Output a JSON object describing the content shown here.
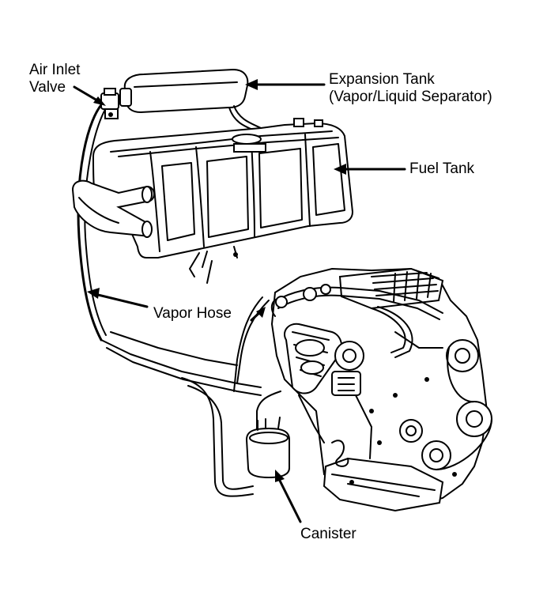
{
  "labels": {
    "air_inlet_valve_line1": "Air Inlet",
    "air_inlet_valve_line2": "Valve",
    "expansion_tank_line1": "Expansion Tank",
    "expansion_tank_line2": "(Vapor/Liquid Separator)",
    "fuel_tank": "Fuel Tank",
    "vapor_hose": "Vapor Hose",
    "canister": "Canister"
  },
  "style": {
    "ink": "#000000",
    "paper": "#ffffff"
  }
}
